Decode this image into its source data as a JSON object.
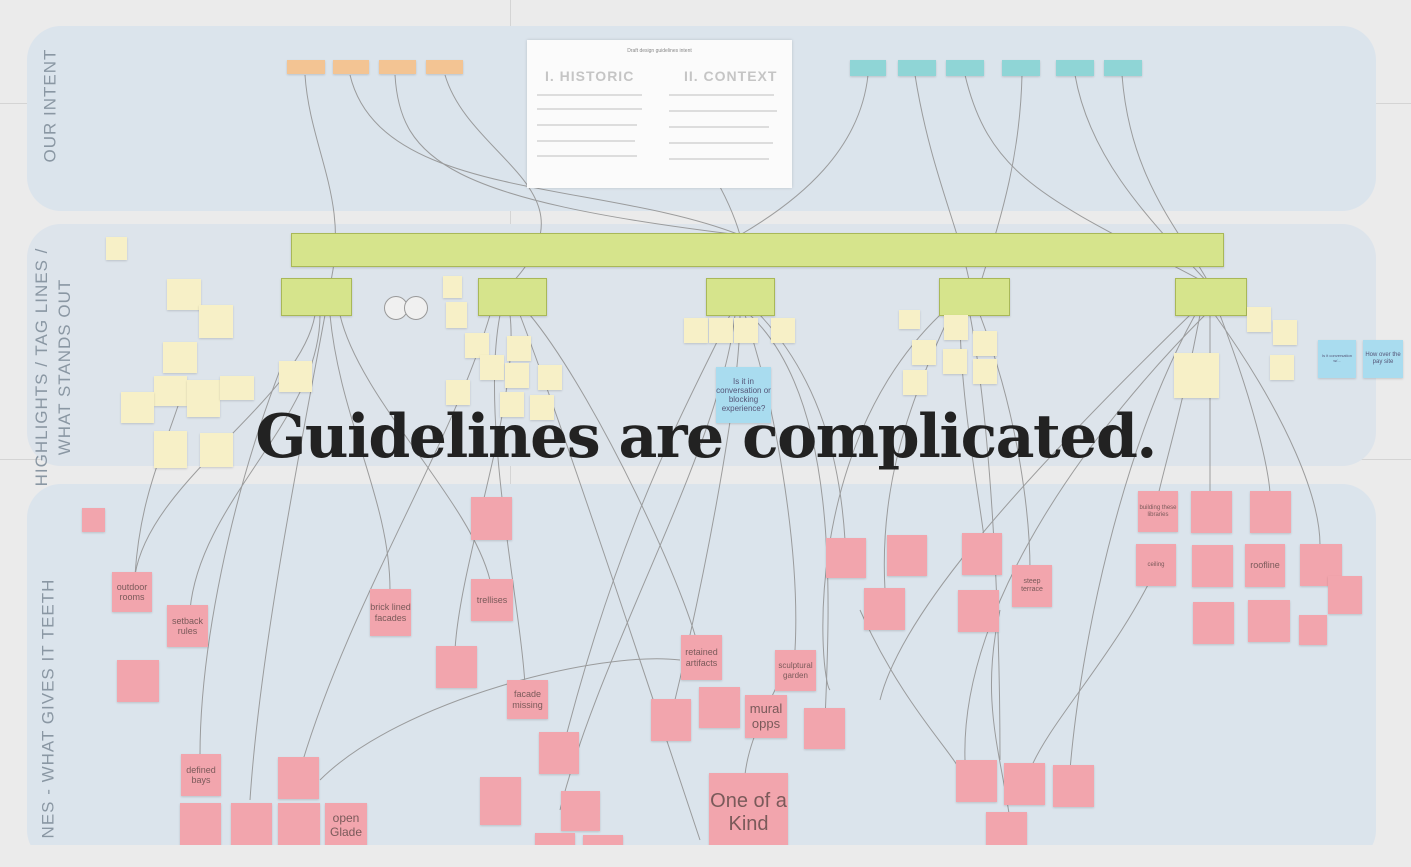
{
  "headline": "Guidelines are complicated.",
  "bands": [
    {
      "label": "OUR INTENT"
    },
    {
      "label": "HIGHLIGHTS / TAG LINES / WHAT STANDS OUT"
    },
    {
      "label": "NES - WHAT GIVES IT TEETH"
    }
  ],
  "document": {
    "title": "Draft design guidelines intent",
    "col1": "I. HISTORIC",
    "col2": "II. CONTEXT"
  },
  "center_note": "Is it in conversation or blocking experience?",
  "right_blue_notes": [
    "Is it conversation w/...",
    "How over the pay site"
  ],
  "pink_notes": [
    "outdoor rooms",
    "setback rules",
    "brick lined facades",
    "trellises",
    "retained artifacts",
    "sculptural garden",
    "mural opps",
    "One of a Kind",
    "defined bays",
    "open Glade",
    "facade missing",
    "building these libraries",
    "ceiling",
    "roofline",
    "steep terrace"
  ],
  "colors": {
    "band": "#dbe4ec",
    "pink": "#f2a5ad",
    "yellow": "#f7f0c7",
    "green": "#d6e48c",
    "orange": "#f3c493",
    "teal": "#8fd5d6",
    "blue": "#a9dcef"
  }
}
